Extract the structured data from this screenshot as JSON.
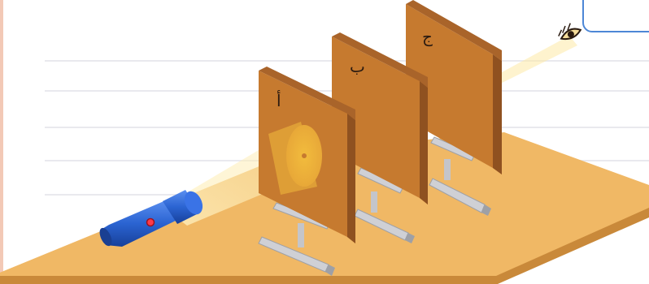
{
  "experiment": {
    "screens": [
      {
        "id": "a",
        "label": "أ"
      },
      {
        "id": "b",
        "label": "ب"
      },
      {
        "id": "c",
        "label": "ج"
      }
    ]
  },
  "colors": {
    "table_top": "#f0b865",
    "table_edge": "#c9893a",
    "screen_face": "#c67a2f",
    "screen_side": "#8f5120",
    "light_beam": "#fde9a6",
    "flashlight": "#2b64d2",
    "stand": "#cfd0d5",
    "callout_border": "#4d87d6"
  },
  "icons": {
    "light_source": "flashlight-icon",
    "observer": "eye-icon"
  }
}
